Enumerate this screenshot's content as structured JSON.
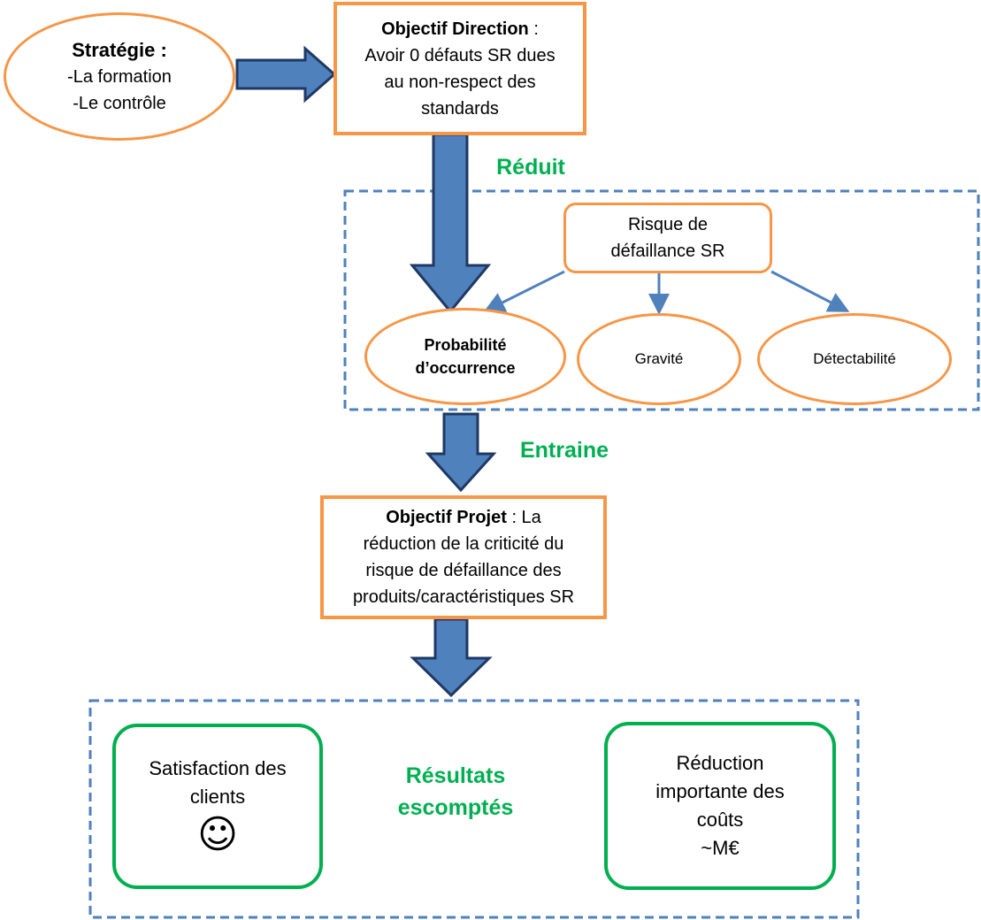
{
  "strategy": {
    "title": "Stratégie :",
    "items": [
      "-La formation",
      "-Le contrôle"
    ]
  },
  "objectif_direction": {
    "label": "Objectif Direction",
    "separator": " :",
    "lines": [
      "Avoir 0 défauts SR dues",
      "au non-respect des",
      "standards"
    ]
  },
  "link_reduit": "Réduit",
  "risque": {
    "lines": [
      "Risque de",
      "défaillance SR"
    ]
  },
  "criteria": {
    "probabilite": [
      "Probabilité",
      "d’occurrence"
    ],
    "gravite": "Gravité",
    "detectabilite": "Détectabilité"
  },
  "link_entraine": "Entraine",
  "objectif_projet": {
    "label": "Objectif Projet",
    "first_line_rest": " : La",
    "lines": [
      "réduction de la criticité du",
      "risque de défaillance des",
      "produits/caractéristiques SR"
    ]
  },
  "results": {
    "label_lines": [
      "Résultats",
      "escomptés"
    ],
    "satisfaction": {
      "lines": [
        "Satisfaction des",
        "clients"
      ],
      "emoji": "☺"
    },
    "reduction": {
      "lines": [
        "Réduction",
        "importante des",
        "coûts",
        "~M€"
      ]
    }
  },
  "colors": {
    "orange": "#f79646",
    "green": "#00b050",
    "arrow_fill": "#4f81bd",
    "arrow_stroke": "#1f3864",
    "dashed": "#4f81bd"
  }
}
